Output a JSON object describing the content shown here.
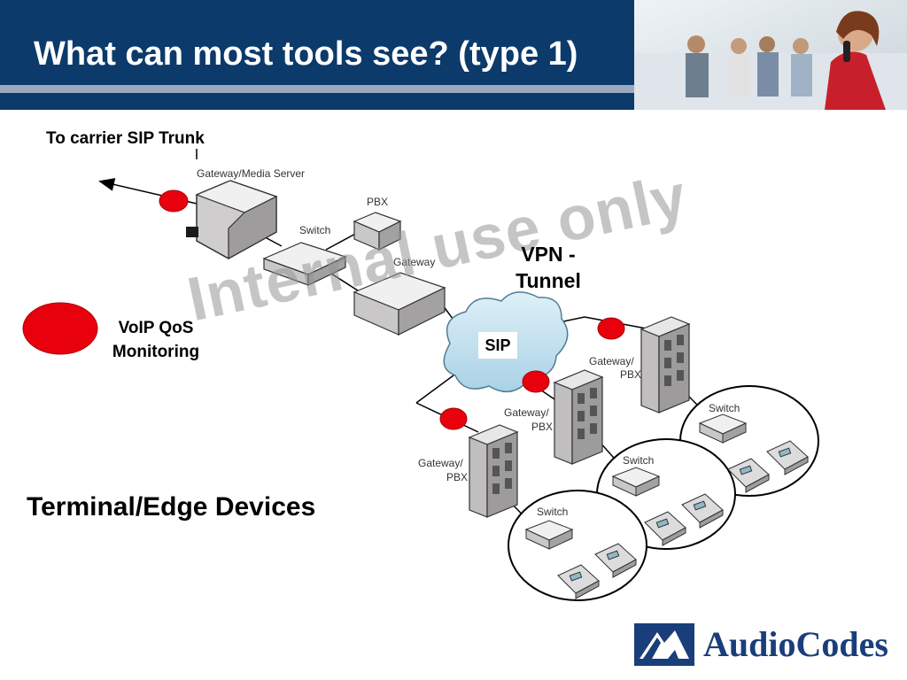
{
  "slide": {
    "title": "What can most tools see? (type 1)",
    "watermark": "Internal use only"
  },
  "labels": {
    "to_carrier": "To carrier SIP Trunk",
    "vpn_tunnel": "VPN - Tunnel",
    "voip_qos": "VoIP QoS Monitoring",
    "sip": "SIP",
    "terminal_edge": "Terminal/Edge Devices"
  },
  "diagram_labels": {
    "gateway_media_server": "Gateway/Media Server",
    "switch": "Switch",
    "pbx": "PBX",
    "gateway": "Gateway",
    "gateway_pbx_line1": "Gateway/",
    "gateway_pbx_line2": "PBX"
  },
  "logo": {
    "text": "AudioCodes"
  },
  "colors": {
    "header_bg": "#0b3a6b",
    "header_stripe": "#9aa9bd",
    "monitor_dot": "#e8000d",
    "cloud": "#b9dcea",
    "logo": "#1a3e7a"
  }
}
